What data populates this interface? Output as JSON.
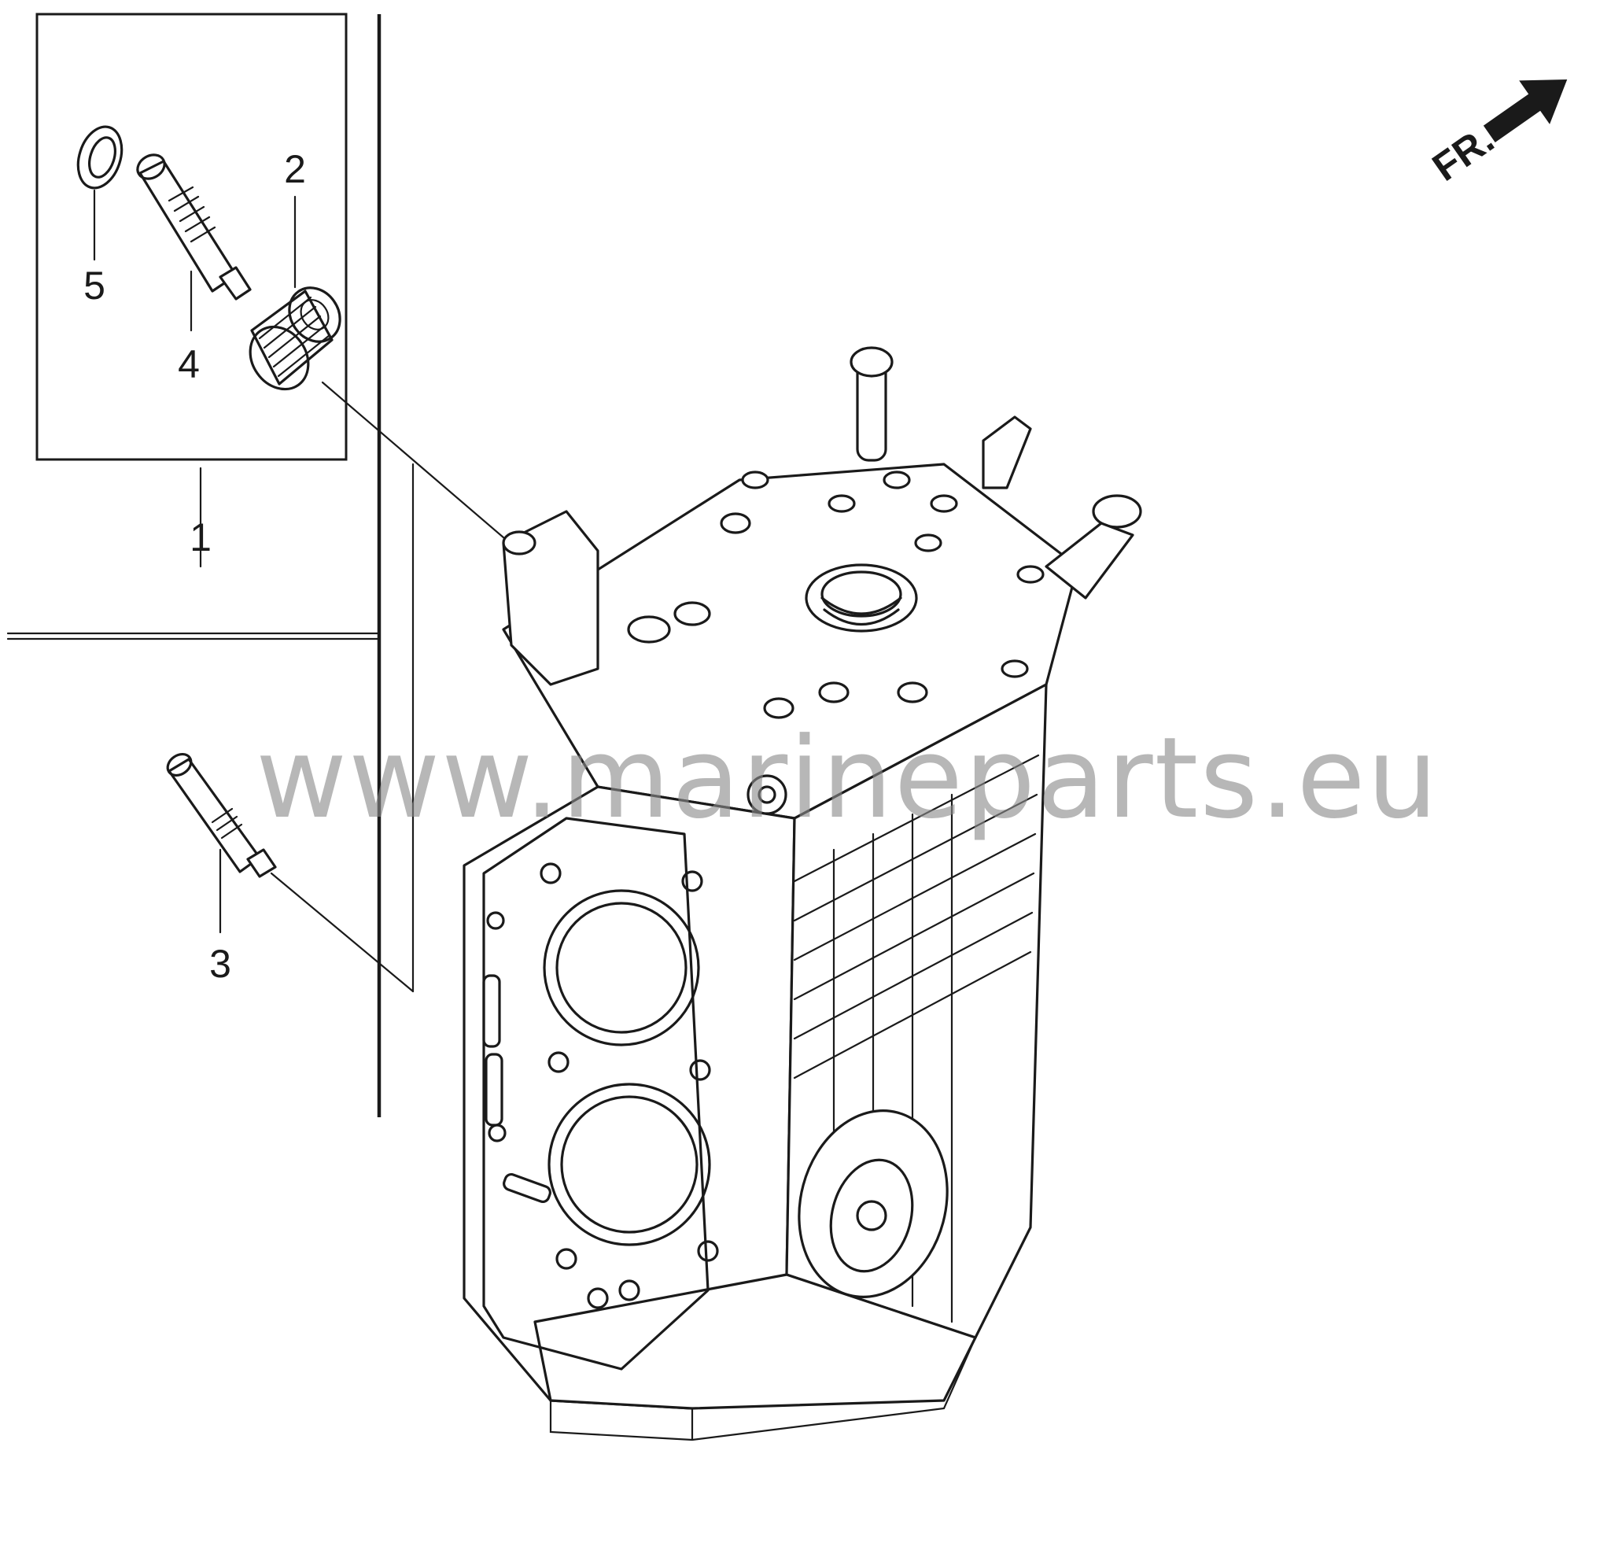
{
  "callouts": {
    "c1": "1",
    "c2": "2",
    "c3": "3",
    "c4": "4",
    "c5": "5"
  },
  "direction": {
    "label": "FR."
  },
  "watermark": {
    "text": "www.marineparts.eu"
  },
  "icons": {
    "front_arrow": "arrow-right-icon",
    "block": "cylinder-block-drawing",
    "gear": "gear-drawing",
    "shaft": "shaft-drawing",
    "seal": "seal-ring-drawing",
    "sensor": "sensor-drawing"
  },
  "colors": {
    "line": "#1a1a1a",
    "watermark": "#8a8a8a",
    "background": "#ffffff"
  }
}
